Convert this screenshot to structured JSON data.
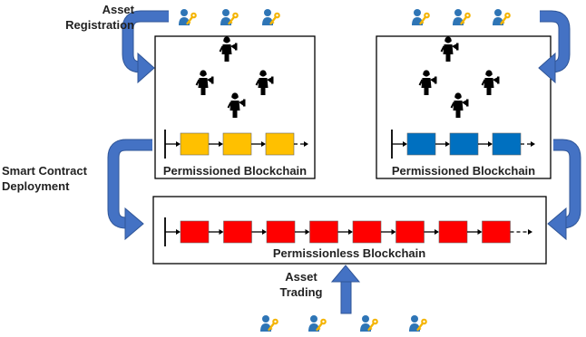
{
  "labels": {
    "asset_registration": [
      "Asset",
      "Registration"
    ],
    "smart_contract_deployment": [
      "Smart Contract",
      "Deployment"
    ],
    "asset_trading": [
      "Asset",
      "Trading"
    ]
  },
  "panels": {
    "left_title": "Permissioned Blockchain",
    "right_title": "Permissioned Blockchain",
    "bottom_title": "Permissionless Blockchain"
  },
  "chains": {
    "left_blocks": 3,
    "right_blocks": 3,
    "bottom_blocks": 8
  },
  "colors": {
    "arrow": "#4472C4",
    "arrow_edge": "#2F5597",
    "left_chain": "#FFC000",
    "right_chain": "#0070C0",
    "bottom_chain": "#FF0000",
    "user": "#2E75B6",
    "key": "#F4B400"
  },
  "icons": {
    "user_key": "user-key-icon",
    "person": "person-with-megaphone-icon"
  }
}
